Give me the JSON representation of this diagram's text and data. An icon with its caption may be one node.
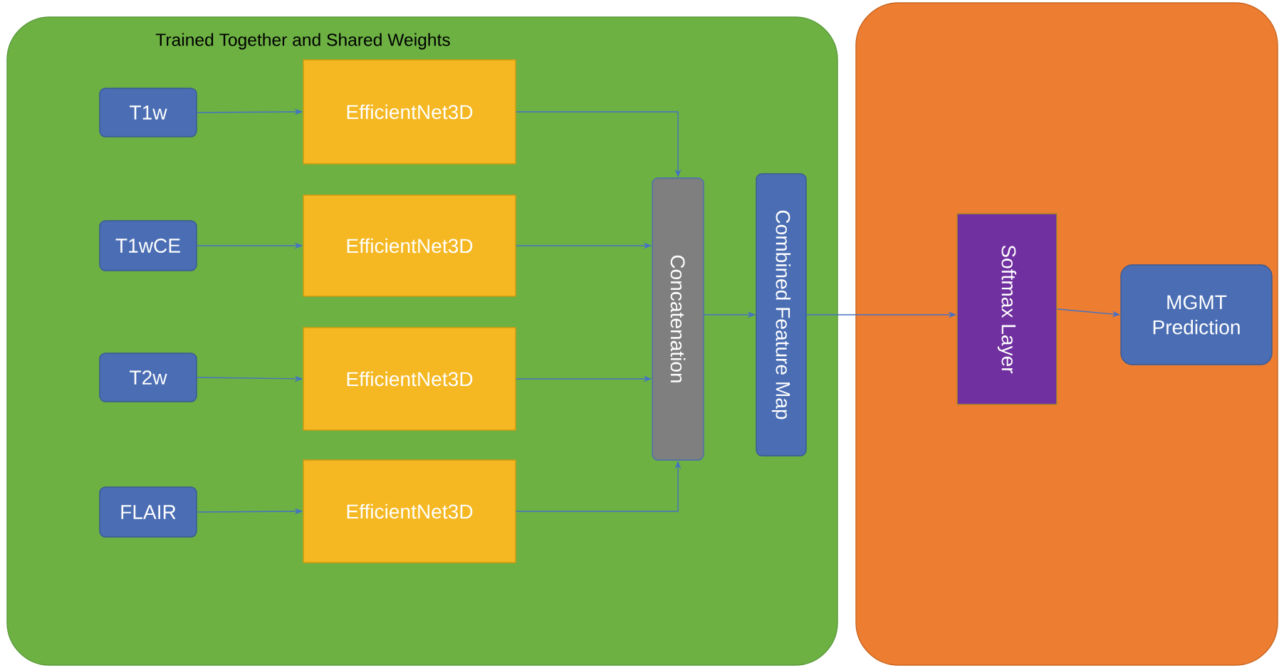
{
  "diagram": {
    "nodes": [
      {
        "text": [
          "Trained Together and Shared Weights"
        ]
      },
      {
        "text": [
          "T1w"
        ],
        "in": 0
      },
      {
        "text": [
          "T1wCE"
        ],
        "in": 0
      },
      {
        "text": [
          "T2w"
        ],
        "in": 0
      },
      {
        "text": [
          "FLAIR"
        ],
        "in": 0
      },
      {
        "text": [
          "EfficientNet3D"
        ],
        "in": 0
      },
      {
        "text": [
          "EfficientNet3D"
        ],
        "in": 0
      },
      {
        "text": [
          "EfficientNet3D"
        ],
        "in": 0
      },
      {
        "text": [
          "EfficientNet3D"
        ],
        "in": 0
      },
      {
        "text": [
          "Concatenation"
        ],
        "in": 0
      },
      {
        "text": [
          "Combined Feature Map"
        ],
        "in": 0
      },
      {
        "text": [],
        "shape": "box"
      },
      {
        "text": [
          "Softmax Layer"
        ],
        "in": 11
      },
      {
        "text": [
          "MGMT Prediction"
        ],
        "in": 11
      }
    ],
    "edges": [
      {
        "from": 1,
        "to": 5,
        "arrow": "to"
      },
      {
        "from": 2,
        "to": 6,
        "arrow": "to"
      },
      {
        "from": 3,
        "to": 7,
        "arrow": "to"
      },
      {
        "from": 4,
        "to": 8,
        "arrow": "to"
      },
      {
        "from": 5,
        "to": 9,
        "arrow": "to"
      },
      {
        "from": 6,
        "to": 9,
        "arrow": "to"
      },
      {
        "from": 7,
        "to": 9,
        "arrow": "to"
      },
      {
        "from": 8,
        "to": 9,
        "arrow": "to"
      },
      {
        "from": 9,
        "to": 10,
        "arrow": "to"
      },
      {
        "from": 10,
        "to": 12,
        "arrow": "to"
      },
      {
        "from": 12,
        "to": 13,
        "arrow": "to"
      }
    ]
  }
}
